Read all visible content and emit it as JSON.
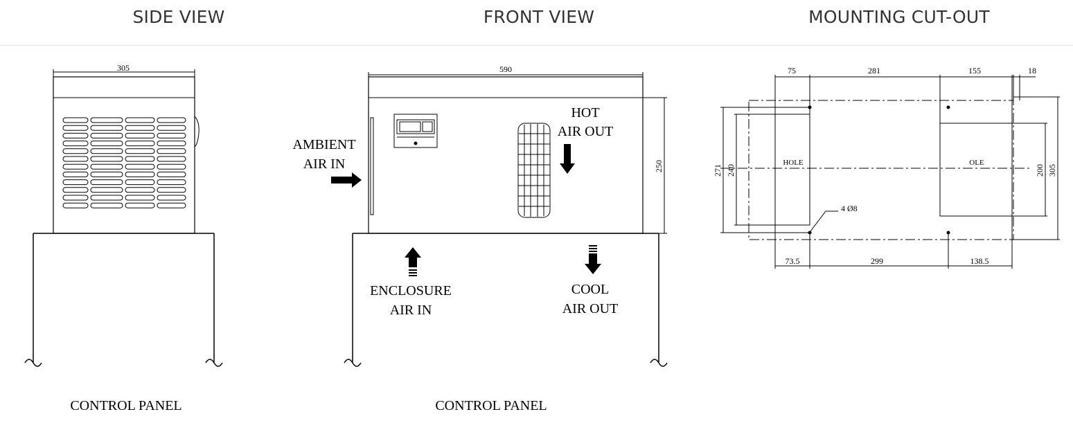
{
  "header": {
    "side_title": "SIDE VIEW",
    "front_title": "FRONT VIEW",
    "mount_title": "MOUNTING CUT-OUT"
  },
  "side_view": {
    "width_dim": "305",
    "panel_label": "CONTROL PANEL"
  },
  "front_view": {
    "width_dim": "590",
    "height_dim": "250",
    "ambient_line1": "AMBIENT",
    "ambient_line2": "AIR IN",
    "hot_line1": "HOT",
    "hot_line2": "AIR OUT",
    "enclosure_line1": "ENCLOSURE",
    "enclosure_line2": "AIR IN",
    "cool_line1": "COOL",
    "cool_line2": "AIR OUT",
    "panel_label": "CONTROL PANEL"
  },
  "mounting": {
    "top_dims": [
      "75",
      "281",
      "155",
      "18"
    ],
    "bottom_dims": [
      "73.5",
      "299",
      "138.5"
    ],
    "left_dims": [
      "271",
      "240"
    ],
    "right_dims": [
      "200",
      "305"
    ],
    "hole_left": "HOLE",
    "hole_right": "OLE",
    "hole_spec": "4 Ø8"
  }
}
